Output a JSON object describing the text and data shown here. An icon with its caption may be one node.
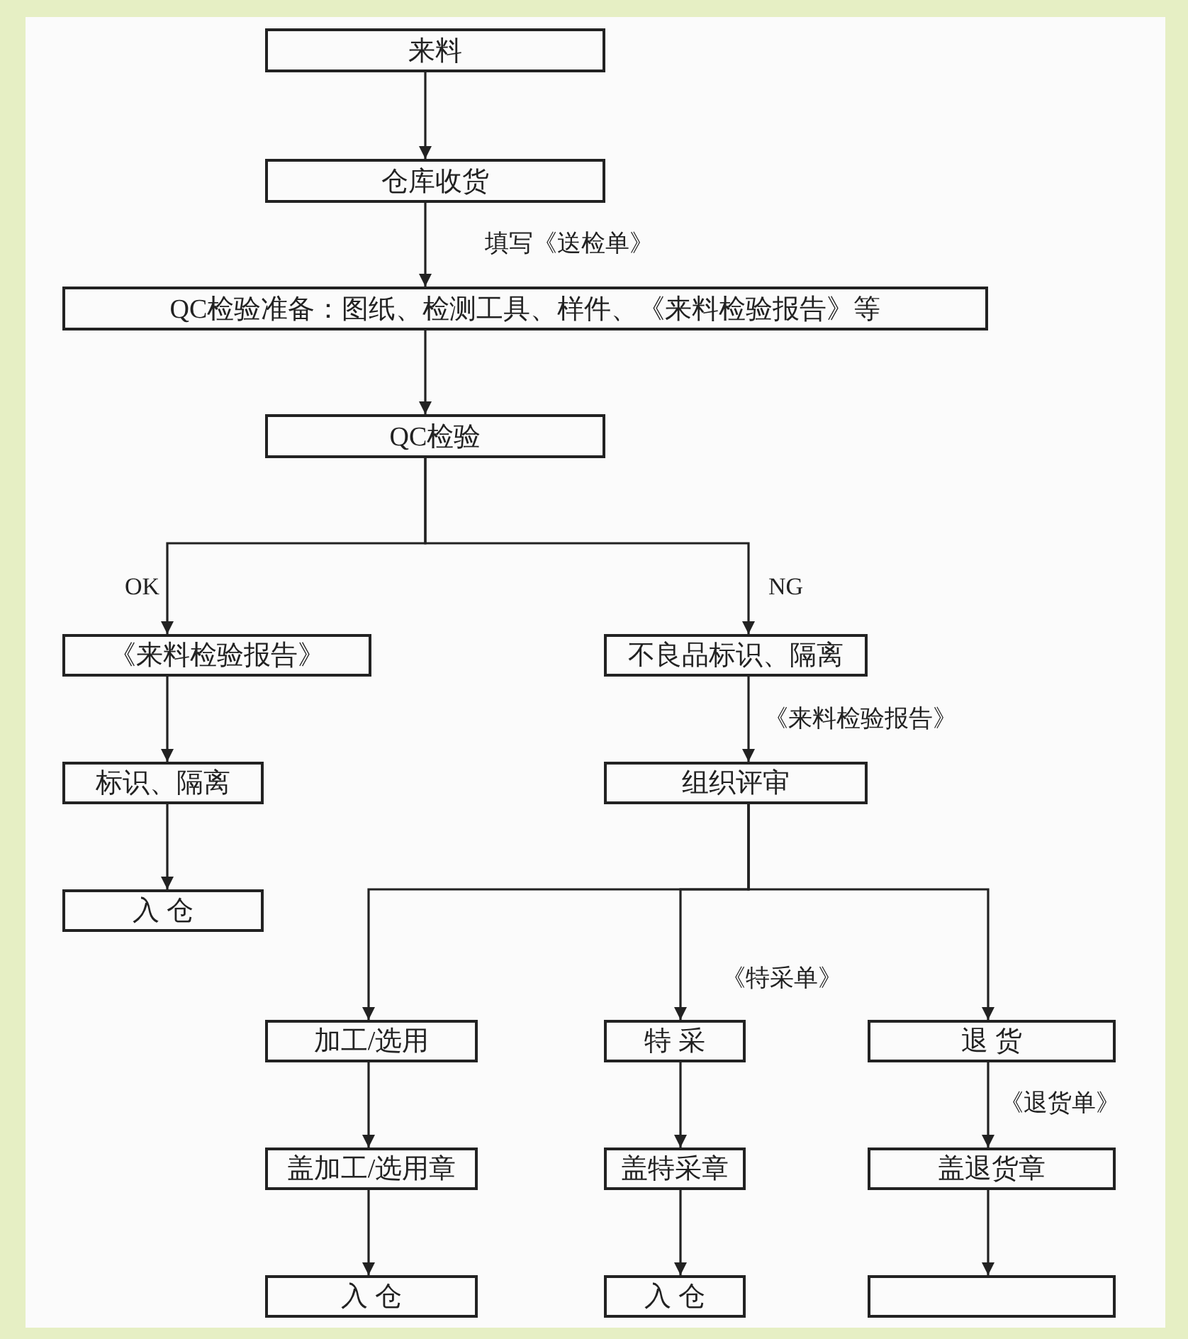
{
  "diagram": {
    "nodes": [
      {
        "text": [
          "来料"
        ]
      },
      {
        "text": [
          "仓库收货"
        ]
      },
      {
        "text": [
          "QC检验准备：图纸、检测工具、样件、《来料检验报告》等"
        ]
      },
      {
        "text": [
          "QC检验"
        ]
      },
      {
        "text": [
          "《来料检验报告》"
        ]
      },
      {
        "text": [
          "不良品标识、隔离"
        ]
      },
      {
        "text": [
          "标识、隔离"
        ]
      },
      {
        "text": [
          "组织评审"
        ]
      },
      {
        "text": [
          "入 仓"
        ]
      },
      {
        "text": [
          "加工/选用"
        ]
      },
      {
        "text": [
          "特 采"
        ]
      },
      {
        "text": [
          "退 货"
        ]
      },
      {
        "text": [
          "盖加工/选用章"
        ]
      },
      {
        "text": [
          "盖特采章"
        ]
      },
      {
        "text": [
          "盖退货章"
        ]
      },
      {
        "text": [
          "入 仓"
        ]
      },
      {
        "text": [
          "入 仓"
        ]
      },
      {
        "text": [],
        "shape": "box"
      }
    ],
    "edges": [
      {
        "from": 0,
        "to": 1,
        "arrow": "to"
      },
      {
        "from": 1,
        "to": 2,
        "arrow": "to",
        "label": "填写《送检单》"
      },
      {
        "from": 2,
        "to": 3,
        "arrow": "to"
      },
      {
        "from": 3,
        "to": 4,
        "arrow": "to",
        "label": "OK"
      },
      {
        "from": 3,
        "to": 5,
        "arrow": "to",
        "label": "NG"
      },
      {
        "from": 4,
        "to": 6,
        "arrow": "to"
      },
      {
        "from": 6,
        "to": 8,
        "arrow": "to"
      },
      {
        "from": 5,
        "to": 7,
        "arrow": "to",
        "label": "《来料检验报告》"
      },
      {
        "from": 7,
        "to": 9,
        "arrow": "to"
      },
      {
        "from": 7,
        "to": 10,
        "arrow": "to",
        "label": "《特采单》"
      },
      {
        "from": 7,
        "to": 11,
        "arrow": "to"
      },
      {
        "from": 9,
        "to": 12,
        "arrow": "to"
      },
      {
        "from": 12,
        "to": 15,
        "arrow": "to"
      },
      {
        "from": 10,
        "to": 13,
        "arrow": "to"
      },
      {
        "from": 13,
        "to": 16,
        "arrow": "to"
      },
      {
        "from": 11,
        "to": 14,
        "arrow": "to",
        "label": "《退货单》"
      },
      {
        "from": 14,
        "to": 17,
        "arrow": "to"
      }
    ]
  }
}
